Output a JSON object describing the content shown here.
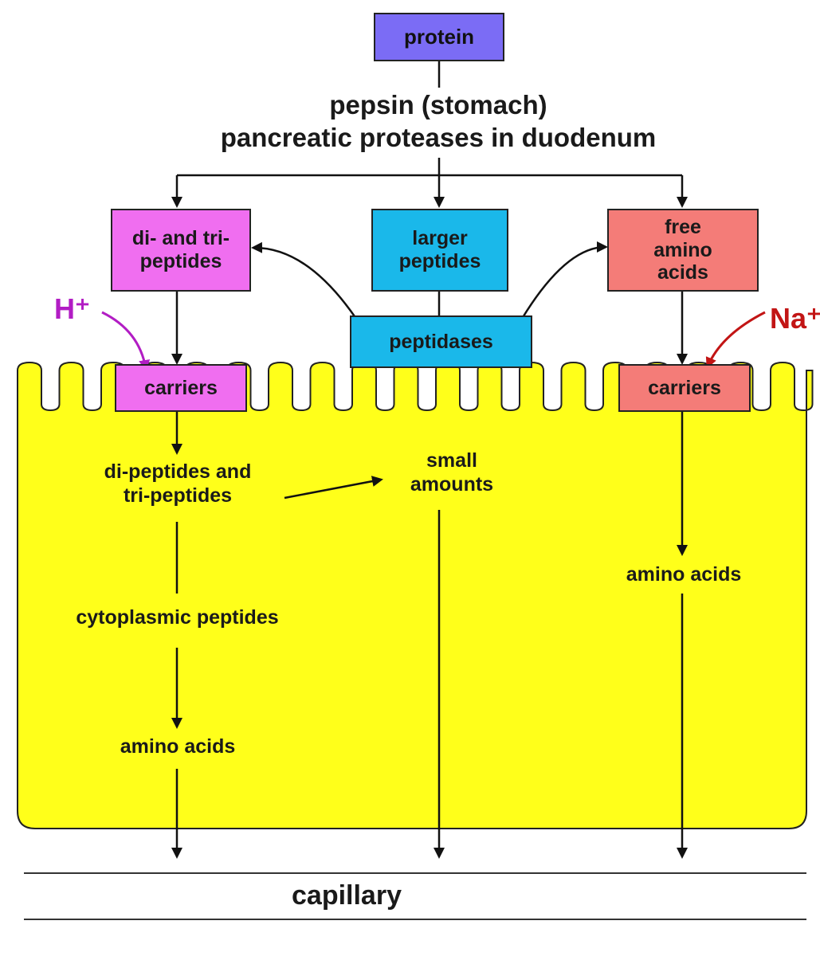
{
  "colors": {
    "cell": "#ffff1a",
    "protein_box": "#7b6cf5",
    "magenta_box": "#f06ef0",
    "cyan_box": "#1ab8ea",
    "salmon_box": "#f47c78",
    "h_ion": "#b21dc4",
    "na_ion": "#c21515",
    "line": "#111111"
  },
  "protein": "protein",
  "enzyme_line1": "pepsin (stomach)",
  "enzyme_line2": "pancreatic proteases in duodenum",
  "di_tri_box": "di- and tri-\npeptides",
  "larger_box": "larger\npeptides",
  "free_box": "free\namino\nacids",
  "peptidases": "peptidases",
  "h_ion": "H⁺",
  "na_ion": "Na⁺",
  "carriers_left": "carriers",
  "carriers_right": "carriers",
  "dipep_inside": "di-peptides and\ntri-peptides",
  "small_amounts": "small\namounts",
  "cyto_peptides": "cytoplasmic peptides",
  "amino_left": "amino acids",
  "amino_right": "amino acids",
  "capillary": "capillary"
}
